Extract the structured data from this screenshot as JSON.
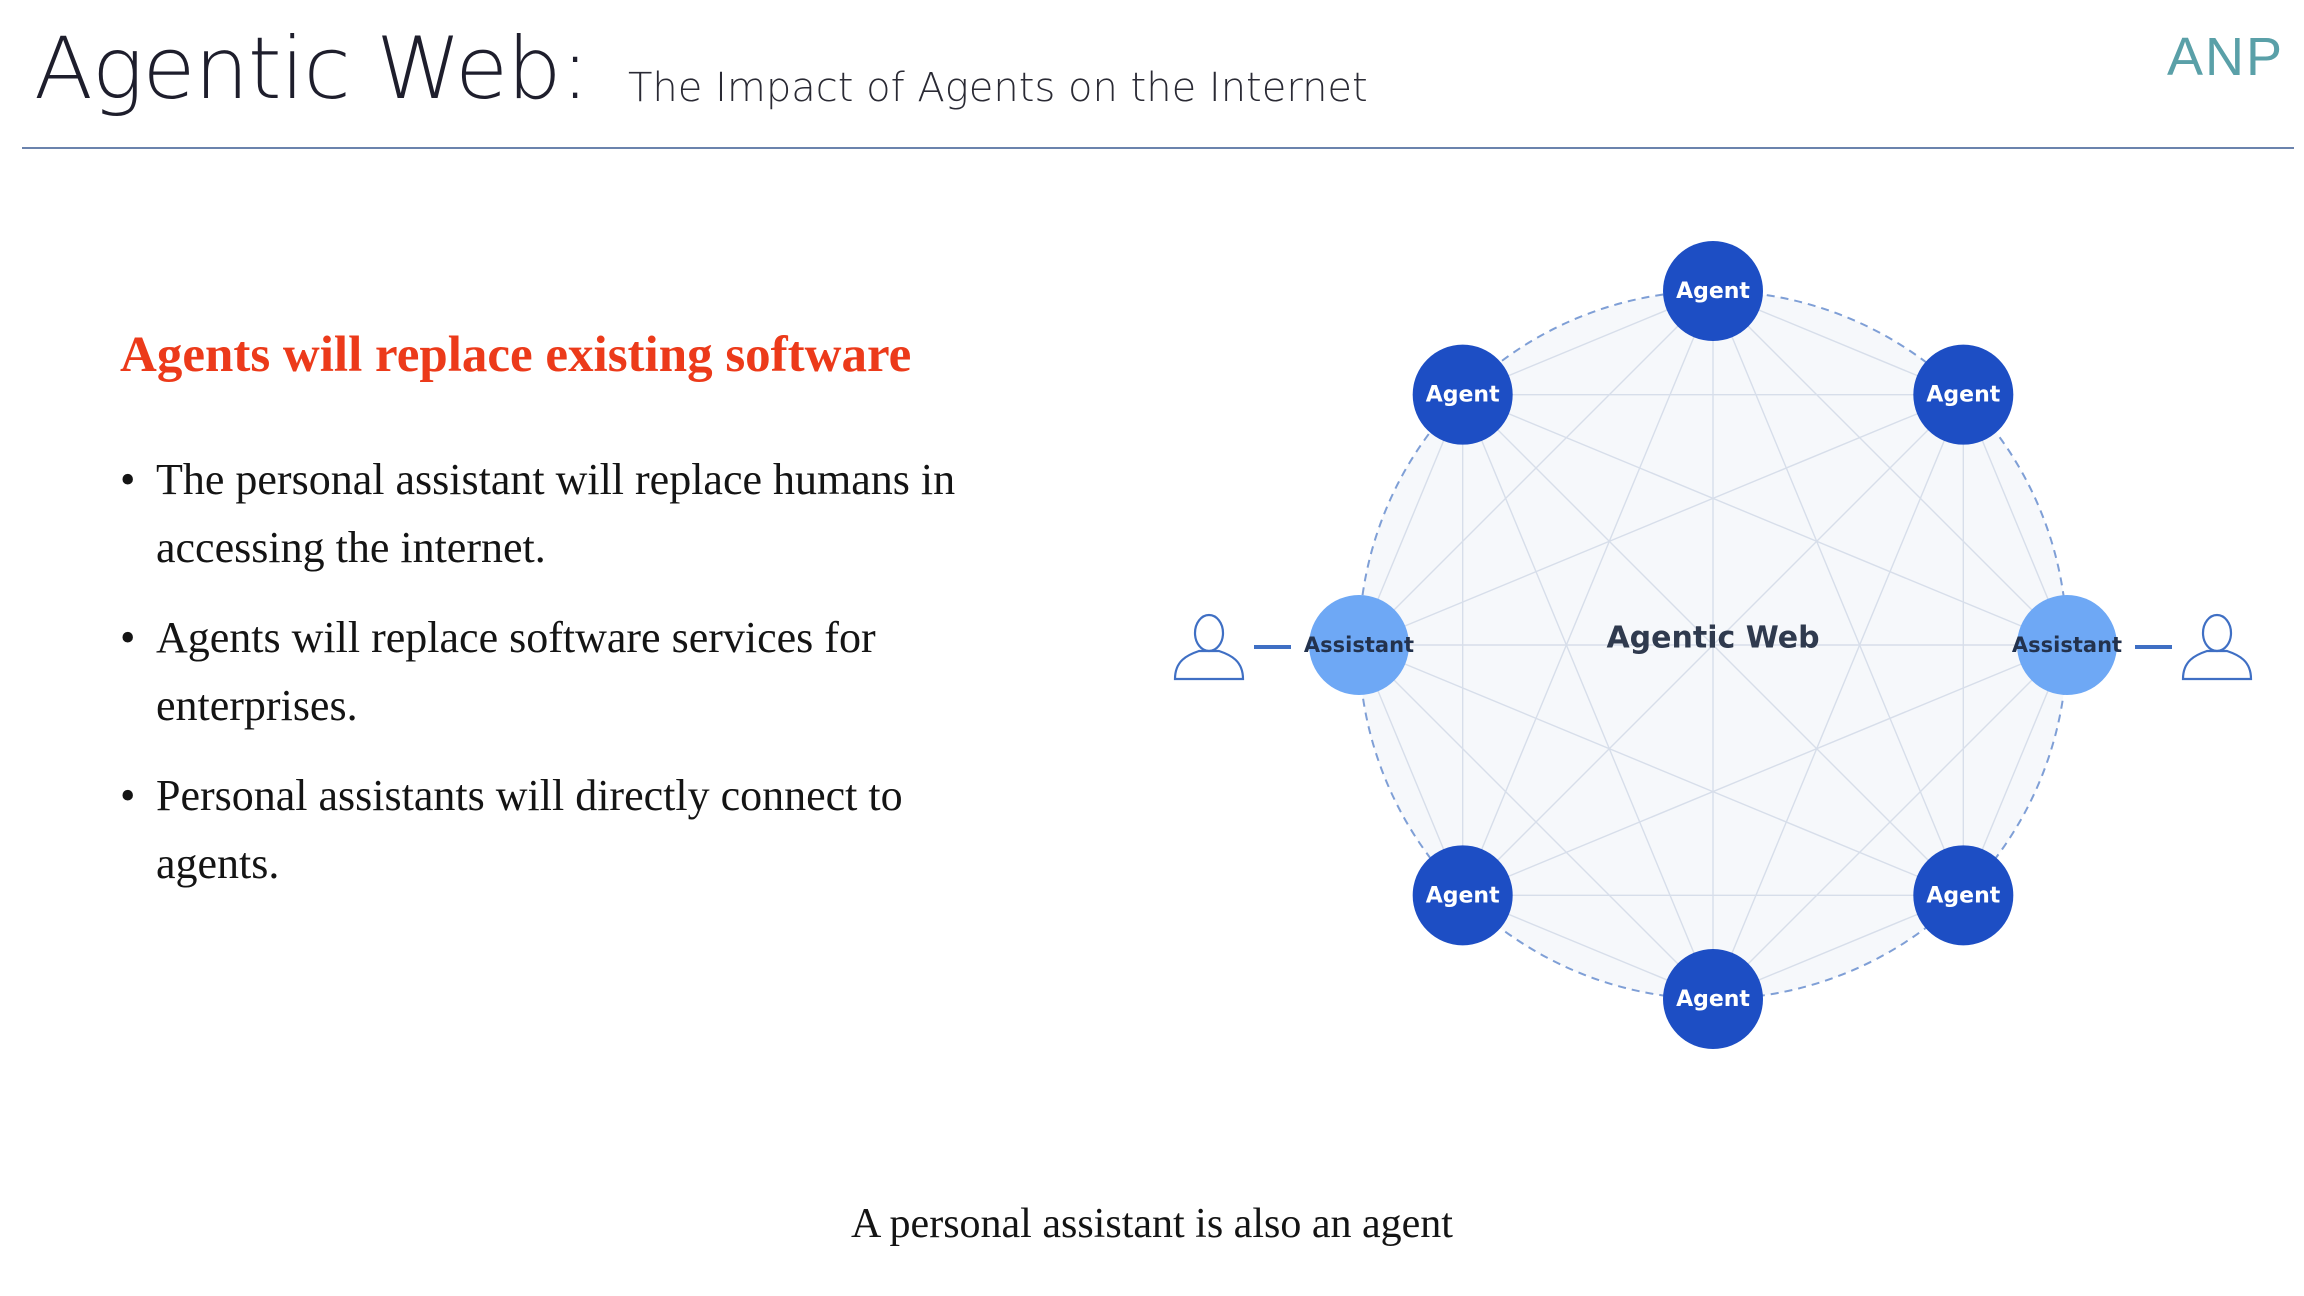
{
  "header": {
    "title": "Agentic Web:",
    "subtitle": "The Impact of Agents on the Internet",
    "logo_text": "ANP"
  },
  "content": {
    "heading": "Agents will replace existing software",
    "bullets": [
      "The personal assistant will replace humans in accessing the internet.",
      "Agents will replace software services for enterprises.",
      "Personal assistants will directly connect to agents."
    ]
  },
  "diagram": {
    "center_label": "Agentic Web",
    "nodes": [
      {
        "label": "Agent",
        "kind": "agent"
      },
      {
        "label": "Agent",
        "kind": "agent"
      },
      {
        "label": "Assistant",
        "kind": "assistant",
        "user": true
      },
      {
        "label": "Agent",
        "kind": "agent"
      },
      {
        "label": "Agent",
        "kind": "agent"
      },
      {
        "label": "Agent",
        "kind": "agent"
      },
      {
        "label": "Assistant",
        "kind": "assistant",
        "user": true
      },
      {
        "label": "Agent",
        "kind": "agent"
      }
    ],
    "colors": {
      "agent": "#1d4ec4",
      "assistant": "#6ea8f5",
      "ring": "#7f9fd6",
      "mesh": "#d7deea",
      "fill": "#f6f8fb",
      "user_icon": "#3f6fc4"
    }
  },
  "caption": "A personal assistant is also an agent"
}
